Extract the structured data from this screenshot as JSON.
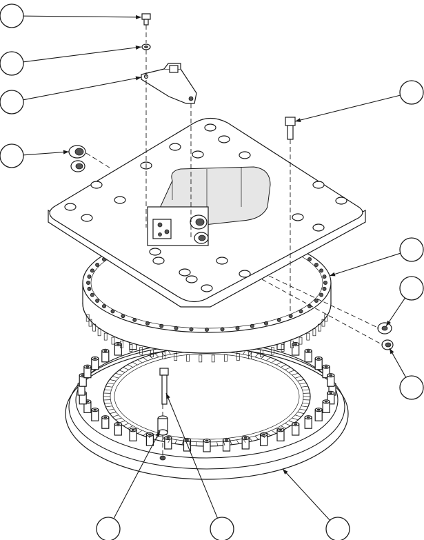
{
  "diagram": {
    "type": "exploded-assembly",
    "callouts": [
      {
        "id": "callout-1",
        "label": ""
      },
      {
        "id": "callout-2",
        "label": ""
      },
      {
        "id": "callout-3",
        "label": ""
      },
      {
        "id": "callout-4",
        "label": ""
      },
      {
        "id": "callout-5",
        "label": ""
      },
      {
        "id": "callout-6",
        "label": ""
      },
      {
        "id": "callout-7",
        "label": ""
      },
      {
        "id": "callout-8",
        "label": ""
      },
      {
        "id": "callout-9",
        "label": ""
      },
      {
        "id": "callout-10",
        "label": ""
      },
      {
        "id": "callout-11",
        "label": ""
      }
    ],
    "parts": [
      "cap-screw",
      "washer",
      "bracket",
      "adapter-plate",
      "fittings",
      "bearing-ring",
      "gear-ring",
      "dowel-pin",
      "bushing"
    ]
  }
}
